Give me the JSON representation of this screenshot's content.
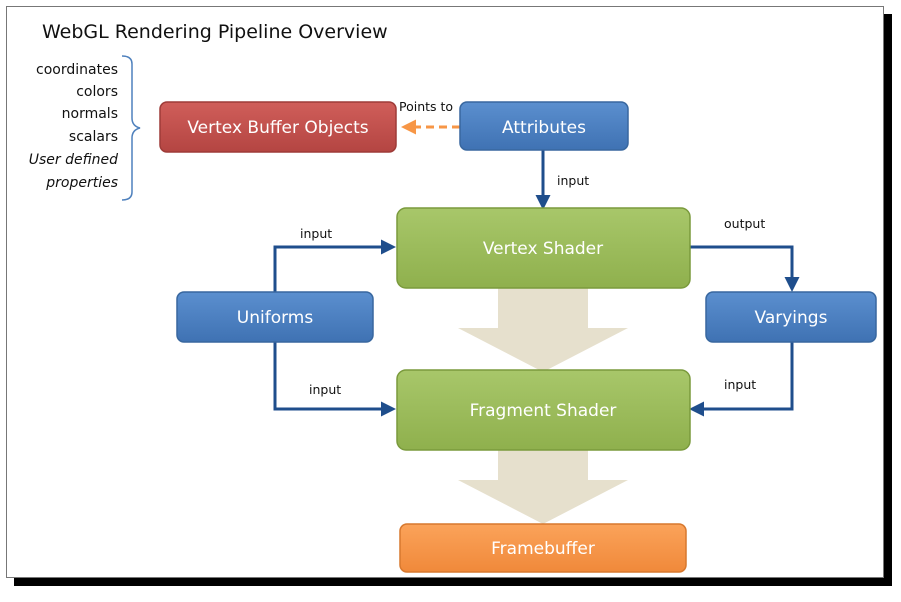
{
  "title": "WebGL Rendering Pipeline Overview",
  "vbo_properties": [
    "coordinates",
    "colors",
    "normals",
    "scalars",
    "User defined",
    "properties"
  ],
  "nodes": {
    "vbo": "Vertex Buffer Objects",
    "attributes": "Attributes",
    "vertex_shader": "Vertex Shader",
    "uniforms": "Uniforms",
    "varyings": "Varyings",
    "fragment_shader": "Fragment Shader",
    "framebuffer": "Framebuffer"
  },
  "edges": {
    "points_to": "Points to",
    "attr_input": "input",
    "uniform_vs_input": "input",
    "vs_output": "output",
    "uniform_fs_input": "input",
    "varying_fs_input": "input"
  },
  "colors": {
    "blue": "#4f81bd",
    "red": "#c0504d",
    "green": "#9bbb59",
    "orange": "#f79646",
    "arrow_blue": "#1f4e8c",
    "dashed_orange": "#f79646",
    "flow_arrow": "#e6e0cd"
  }
}
